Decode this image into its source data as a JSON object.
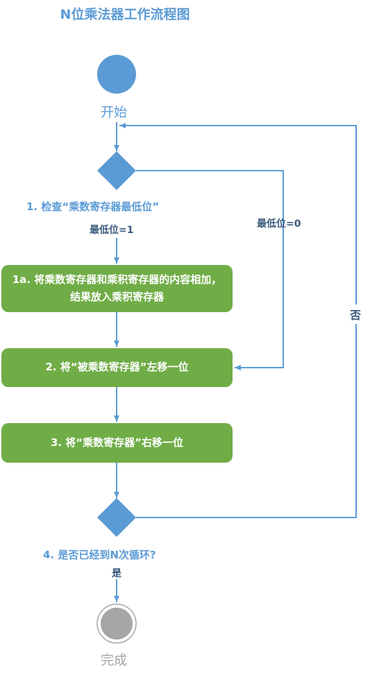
{
  "title": "N位乘法器工作流程图",
  "start_label": "开始",
  "end_label": "完成",
  "decision1": {
    "label": "1. 检查“乘数寄存器最低位”",
    "yes_branch": "最低位=1",
    "no_branch": "最低位=0"
  },
  "steps": [
    {
      "label": "1a. 将乘数寄存器和乘积寄存器的内容相加，结果放入乘积寄存器"
    },
    {
      "label": "2. 将“被乘数寄存器”左移一位"
    },
    {
      "label": "3. 将“乘数寄存器”右移一位"
    }
  ],
  "decision2": {
    "label": "4. 是否已经到N次循环?",
    "yes_branch": "是",
    "no_branch": "否"
  },
  "colors": {
    "node_blue": "#5b9bd5",
    "step_green": "#70ad47",
    "end_gray": "#a6a6a6"
  }
}
